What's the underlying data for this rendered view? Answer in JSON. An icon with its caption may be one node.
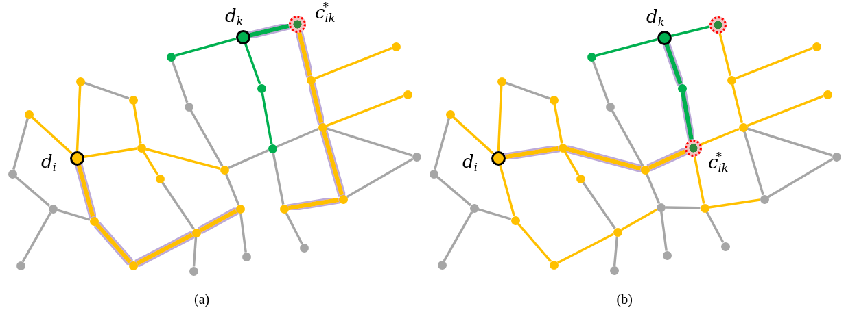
{
  "diagram": {
    "nodes": [
      {
        "text": [],
        "shape": "circle",
        "beside": [
          "d$_{i}$"
        ]
      },
      {
        "text": [],
        "shape": "circle",
        "beside": [
          "d$_{k}$"
        ]
      },
      {
        "text": [],
        "shape": "circle",
        "beside": [
          "c$_{ik}$$^{*}$"
        ]
      },
      {
        "text": [],
        "shape": "circle"
      },
      {
        "text": [],
        "shape": "circle"
      },
      {
        "text": [],
        "shape": "circle"
      },
      {
        "text": [],
        "shape": "circle"
      },
      {
        "text": [],
        "shape": "circle"
      },
      {
        "text": [],
        "shape": "circle"
      },
      {
        "text": [],
        "shape": "circle"
      },
      {
        "text": [],
        "shape": "circle"
      },
      {
        "text": [],
        "shape": "circle"
      },
      {
        "text": [],
        "shape": "circle"
      },
      {
        "text": [],
        "shape": "circle"
      },
      {
        "text": [],
        "shape": "circle"
      },
      {
        "text": [],
        "shape": "circle"
      },
      {
        "text": [],
        "shape": "circle"
      },
      {
        "text": [],
        "shape": "circle"
      },
      {
        "text": [],
        "shape": "circle"
      },
      {
        "text": [],
        "shape": "circle"
      },
      {
        "text": [],
        "shape": "circle"
      },
      {
        "text": [],
        "shape": "circle"
      },
      {
        "text": [],
        "shape": "circle"
      },
      {
        "text": [],
        "shape": "circle"
      },
      {
        "text": [],
        "shape": "circle"
      },
      {
        "text": [],
        "shape": "circle"
      },
      {
        "text": [],
        "shape": "circle"
      },
      {
        "text": [],
        "shape": "circle"
      },
      {
        "text": [],
        "shape": "circle"
      },
      {
        "text": [],
        "shape": "circle"
      },
      {
        "text": [],
        "shape": "circle",
        "beside": [
          "d$_{i}$"
        ]
      },
      {
        "text": [],
        "shape": "circle",
        "beside": [
          "d$_{k}$"
        ]
      },
      {
        "text": [],
        "shape": "circle"
      },
      {
        "text": [],
        "shape": "circle"
      },
      {
        "text": [],
        "shape": "circle"
      },
      {
        "text": [],
        "shape": "circle",
        "beside": [
          "c$_{ik}$$^{*}$"
        ]
      },
      {
        "text": [],
        "shape": "circle"
      },
      {
        "text": [],
        "shape": "circle"
      },
      {
        "text": [],
        "shape": "circle"
      },
      {
        "text": [],
        "shape": "circle"
      },
      {
        "text": [],
        "shape": "circle"
      },
      {
        "text": [],
        "shape": "circle"
      },
      {
        "text": [],
        "shape": "circle"
      },
      {
        "text": [],
        "shape": "circle"
      },
      {
        "text": [],
        "shape": "circle"
      },
      {
        "text": [],
        "shape": "circle"
      },
      {
        "text": [],
        "shape": "circle"
      },
      {
        "text": [],
        "shape": "circle"
      },
      {
        "text": [],
        "shape": "circle"
      },
      {
        "text": [],
        "shape": "circle"
      },
      {
        "text": [],
        "shape": "circle"
      },
      {
        "text": [],
        "shape": "circle"
      },
      {
        "text": [],
        "shape": "circle"
      },
      {
        "text": [],
        "shape": "circle"
      },
      {
        "text": [],
        "shape": "circle"
      },
      {
        "text": [],
        "shape": "circle"
      },
      {
        "text": [],
        "shape": "circle"
      },
      {
        "text": [],
        "shape": "circle"
      },
      {
        "text": [],
        "shape": "circle"
      },
      {
        "text": [],
        "shape": "circle"
      }
    ],
    "edges": [
      {
        "from": 1,
        "to": 2,
        "arrow": "none",
        "style": "thick",
        "color": "#00b050"
      },
      {
        "from": 1,
        "to": 3,
        "arrow": "none",
        "color": "#00b050"
      },
      {
        "from": 1,
        "to": 4,
        "arrow": "none",
        "color": "#00b050"
      },
      {
        "from": 4,
        "to": 5,
        "arrow": "none",
        "color": "#00b050"
      },
      {
        "from": 3,
        "to": 22,
        "arrow": "none",
        "color": "#a6a6a6"
      },
      {
        "from": 22,
        "to": 11,
        "arrow": "none",
        "color": "#a6a6a6"
      },
      {
        "from": 11,
        "to": 18,
        "arrow": "none",
        "color": "#a6a6a6"
      },
      {
        "from": 10,
        "to": 19,
        "arrow": "none",
        "color": "#a6a6a6"
      },
      {
        "from": 5,
        "to": 11,
        "arrow": "none",
        "color": "#a6a6a6"
      },
      {
        "from": 5,
        "to": 14,
        "arrow": "none",
        "color": "#a6a6a6"
      },
      {
        "from": 5,
        "to": 17,
        "arrow": "none",
        "color": "#a6a6a6"
      },
      {
        "from": 14,
        "to": 23,
        "arrow": "none",
        "color": "#a6a6a6"
      },
      {
        "from": 23,
        "to": 16,
        "arrow": "none",
        "color": "#a6a6a6"
      },
      {
        "from": 17,
        "to": 29,
        "arrow": "none",
        "color": "#a6a6a6"
      },
      {
        "from": 18,
        "to": 28,
        "arrow": "none",
        "color": "#a6a6a6"
      },
      {
        "from": 19,
        "to": 27,
        "arrow": "none",
        "color": "#a6a6a6"
      },
      {
        "from": 8,
        "to": 24,
        "arrow": "none",
        "color": "#a6a6a6"
      },
      {
        "from": 24,
        "to": 25,
        "arrow": "none",
        "color": "#a6a6a6"
      },
      {
        "from": 25,
        "to": 26,
        "arrow": "none",
        "color": "#a6a6a6"
      },
      {
        "from": 25,
        "to": 21,
        "arrow": "none",
        "color": "#a6a6a6"
      },
      {
        "from": 6,
        "to": 7,
        "arrow": "none",
        "color": "#a6a6a6"
      },
      {
        "from": 0,
        "to": 8,
        "arrow": "none",
        "color": "#ffc000"
      },
      {
        "from": 0,
        "to": 6,
        "arrow": "none",
        "color": "#ffc000"
      },
      {
        "from": 0,
        "to": 9,
        "arrow": "none",
        "color": "#ffc000"
      },
      {
        "from": 9,
        "to": 7,
        "arrow": "none",
        "color": "#ffc000"
      },
      {
        "from": 9,
        "to": 10,
        "arrow": "none",
        "color": "#ffc000"
      },
      {
        "from": 9,
        "to": 11,
        "arrow": "none",
        "color": "#ffc000"
      },
      {
        "from": 0,
        "to": 21,
        "arrow": "none",
        "style": "thick",
        "color": "#ffc000"
      },
      {
        "from": 21,
        "to": 20,
        "arrow": "none",
        "style": "thick",
        "color": "#ffc000"
      },
      {
        "from": 20,
        "to": 19,
        "arrow": "none",
        "style": "thick",
        "color": "#ffc000"
      },
      {
        "from": 19,
        "to": 18,
        "arrow": "none",
        "style": "thick",
        "color": "#ffc000"
      },
      {
        "from": 18,
        "to": 17,
        "arrow": "none",
        "style": "thick",
        "color": "#ffc000"
      },
      {
        "from": 17,
        "to": 16,
        "arrow": "none",
        "style": "thick",
        "color": "#ffc000"
      },
      {
        "from": 16,
        "to": 14,
        "arrow": "none",
        "style": "thick",
        "color": "#ffc000"
      },
      {
        "from": 14,
        "to": 12,
        "arrow": "none",
        "style": "thick",
        "color": "#ffc000"
      },
      {
        "from": 12,
        "to": 2,
        "arrow": "none",
        "style": "thick",
        "color": "#ffc000"
      },
      {
        "from": 12,
        "to": 13,
        "arrow": "none",
        "color": "#ffc000"
      },
      {
        "from": 14,
        "to": 15,
        "arrow": "none",
        "color": "#ffc000"
      },
      {
        "from": 31,
        "to": 32,
        "arrow": "none",
        "color": "#00b050"
      },
      {
        "from": 31,
        "to": 33,
        "arrow": "none",
        "color": "#00b050"
      },
      {
        "from": 31,
        "to": 34,
        "arrow": "none",
        "style": "thick",
        "color": "#00b050"
      },
      {
        "from": 34,
        "to": 35,
        "arrow": "none",
        "style": "thick",
        "color": "#00b050"
      },
      {
        "from": 33,
        "to": 52,
        "arrow": "none",
        "color": "#a6a6a6"
      },
      {
        "from": 52,
        "to": 41,
        "arrow": "none",
        "color": "#a6a6a6"
      },
      {
        "from": 41,
        "to": 48,
        "arrow": "none",
        "color": "#a6a6a6"
      },
      {
        "from": 40,
        "to": 49,
        "arrow": "none",
        "color": "#a6a6a6"
      },
      {
        "from": 35,
        "to": 44,
        "arrow": "none",
        "color": "#ffc000"
      },
      {
        "from": 35,
        "to": 41,
        "arrow": "none",
        "style": "thick",
        "color": "#ffc000"
      },
      {
        "from": 35,
        "to": 47,
        "arrow": "none",
        "color": "#ffc000"
      },
      {
        "from": 44,
        "to": 53,
        "arrow": "none",
        "color": "#a6a6a6"
      },
      {
        "from": 53,
        "to": 46,
        "arrow": "none",
        "color": "#a6a6a6"
      },
      {
        "from": 44,
        "to": 46,
        "arrow": "none",
        "color": "#a6a6a6"
      },
      {
        "from": 47,
        "to": 59,
        "arrow": "none",
        "color": "#a6a6a6"
      },
      {
        "from": 48,
        "to": 58,
        "arrow": "none",
        "color": "#a6a6a6"
      },
      {
        "from": 49,
        "to": 57,
        "arrow": "none",
        "color": "#a6a6a6"
      },
      {
        "from": 38,
        "to": 54,
        "arrow": "none",
        "color": "#a6a6a6"
      },
      {
        "from": 54,
        "to": 55,
        "arrow": "none",
        "color": "#a6a6a6"
      },
      {
        "from": 55,
        "to": 56,
        "arrow": "none",
        "color": "#a6a6a6"
      },
      {
        "from": 55,
        "to": 51,
        "arrow": "none",
        "color": "#a6a6a6"
      },
      {
        "from": 36,
        "to": 37,
        "arrow": "none",
        "color": "#a6a6a6"
      },
      {
        "from": 30,
        "to": 38,
        "arrow": "none",
        "color": "#ffc000"
      },
      {
        "from": 30,
        "to": 36,
        "arrow": "none",
        "color": "#ffc000"
      },
      {
        "from": 30,
        "to": 39,
        "arrow": "none",
        "style": "thick",
        "color": "#ffc000"
      },
      {
        "from": 39,
        "to": 37,
        "arrow": "none",
        "color": "#ffc000"
      },
      {
        "from": 39,
        "to": 40,
        "arrow": "none",
        "color": "#ffc000"
      },
      {
        "from": 39,
        "to": 41,
        "arrow": "none",
        "style": "thick",
        "color": "#ffc000"
      },
      {
        "from": 30,
        "to": 51,
        "arrow": "none",
        "color": "#ffc000"
      },
      {
        "from": 51,
        "to": 50,
        "arrow": "none",
        "color": "#ffc000"
      },
      {
        "from": 50,
        "to": 49,
        "arrow": "none",
        "color": "#ffc000"
      },
      {
        "from": 49,
        "to": 48,
        "arrow": "none",
        "color": "#ffc000"
      },
      {
        "from": 48,
        "to": 47,
        "arrow": "none",
        "color": "#a6a6a6"
      },
      {
        "from": 47,
        "to": 46,
        "arrow": "none",
        "color": "#ffc000"
      },
      {
        "from": 42,
        "to": 32,
        "arrow": "none",
        "color": "#ffc000"
      },
      {
        "from": 42,
        "to": 43,
        "arrow": "none",
        "color": "#ffc000"
      },
      {
        "from": 42,
        "to": 44,
        "arrow": "none",
        "color": "#ffc000"
      },
      {
        "from": 44,
        "to": 45,
        "arrow": "none",
        "color": "#ffc000"
      }
    ],
    "labels": [
      "(a)",
      "(b)"
    ]
  }
}
